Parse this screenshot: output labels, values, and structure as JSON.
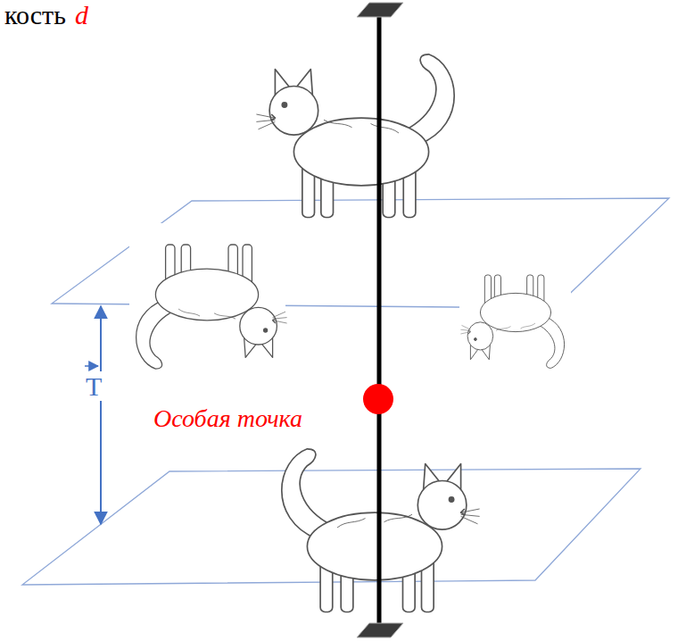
{
  "diagram": {
    "labels": [
      "кость",
      "d",
      "T",
      "Особая точка"
    ]
  }
}
